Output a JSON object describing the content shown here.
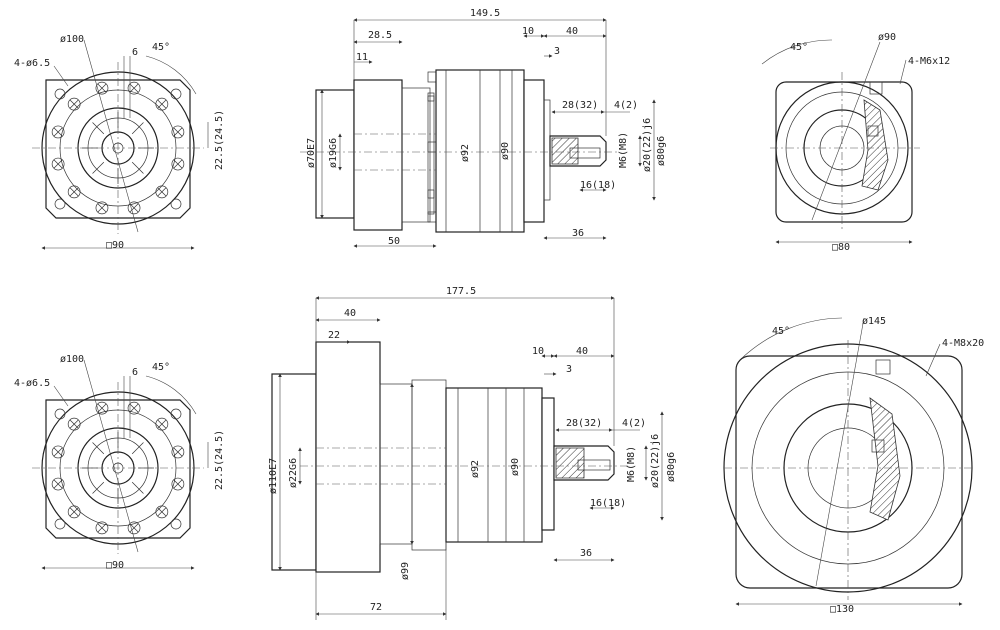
{
  "views": {
    "front_top": {
      "holes": "4-ø6.5",
      "bcd": "ø100",
      "angle": "45°",
      "key": "6",
      "offset": "22.5(24.5)",
      "square": "□90"
    },
    "front_bottom": {
      "holes": "4-ø6.5",
      "bcd": "ø100",
      "angle": "45°",
      "key": "6",
      "offset": "22.5(24.5)",
      "square": "□90"
    },
    "side_top": {
      "overall": "149.5",
      "d1": "28.5",
      "d2": "11",
      "d3": "10",
      "d4": "40",
      "d5": "3",
      "d6": "28(32)",
      "d7": "4(2)",
      "d8": "16(18)",
      "d9": "36",
      "d10": "50",
      "dia1": "ø70E7",
      "dia2": "ø19G6",
      "dia3": "ø92",
      "dia4": "ø90",
      "dia5": "M6(M8)",
      "dia6": "ø20(22)j6",
      "dia7": "ø80g6"
    },
    "side_bottom": {
      "overall": "177.5",
      "d1": "40",
      "d2": "22",
      "d3": "10",
      "d4": "40",
      "d5": "3",
      "d6": "28(32)",
      "d7": "4(2)",
      "d8": "16(18)",
      "d9": "36",
      "d10": "72",
      "dia1": "ø110E7",
      "dia2": "ø22G6",
      "dia3": "ø92",
      "dia4": "ø90",
      "dia5": "M6(M8)",
      "dia6": "ø20(22)j6",
      "dia7": "ø80g6",
      "dia8": "ø99"
    },
    "rear_top": {
      "angle": "45°",
      "bcd": "ø90",
      "holes": "4-M6x12",
      "square": "□80"
    },
    "rear_bottom": {
      "angle": "45°",
      "bcd": "ø145",
      "holes": "4-M8x20",
      "square": "□130"
    }
  }
}
